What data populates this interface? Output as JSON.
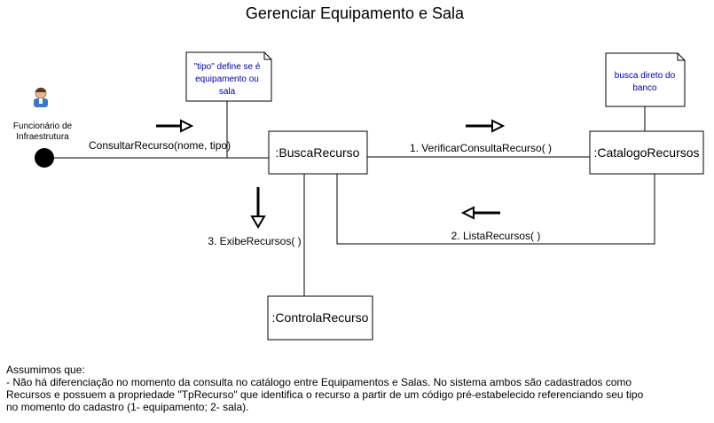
{
  "title": "Gerenciar Equipamento e Sala",
  "actor": {
    "line1": "Funcionário de",
    "line2": "Infraestrutura"
  },
  "notes": {
    "tipo": [
      "\"tipo\" define se é",
      "equipamento ou",
      "sala"
    ],
    "banco": [
      "busca direto do",
      "banco"
    ]
  },
  "objects": {
    "busca": ":BuscaRecurso",
    "catalogo": ":CatalogoRecursos",
    "controla": ":ControlaRecurso"
  },
  "messages": {
    "consultar": "ConsultarRecurso(nome, tipo)",
    "verificar": "1. VerificarConsultaRecurso( )",
    "lista": "2. ListaRecursos( )",
    "exibe": "3. ExibeRecursos( )"
  },
  "footer": {
    "line1": "Assumimos que:",
    "line2": "- Não há diferenciação no momento da consulta no catálogo entre Equipamentos e Salas. No sistema ambos são cadastrados como",
    "line3": "Recursos e possuem a propriedade \"TpRecurso\" que identifica o recurso a partir de um código pré-estabelecido referenciando seu tipo",
    "line4": "no momento do cadastro (1- equipamento; 2- sala)."
  },
  "colors": {
    "note_text": "#0000a0",
    "actor_body": "#3a78c4",
    "line": "#000000"
  }
}
